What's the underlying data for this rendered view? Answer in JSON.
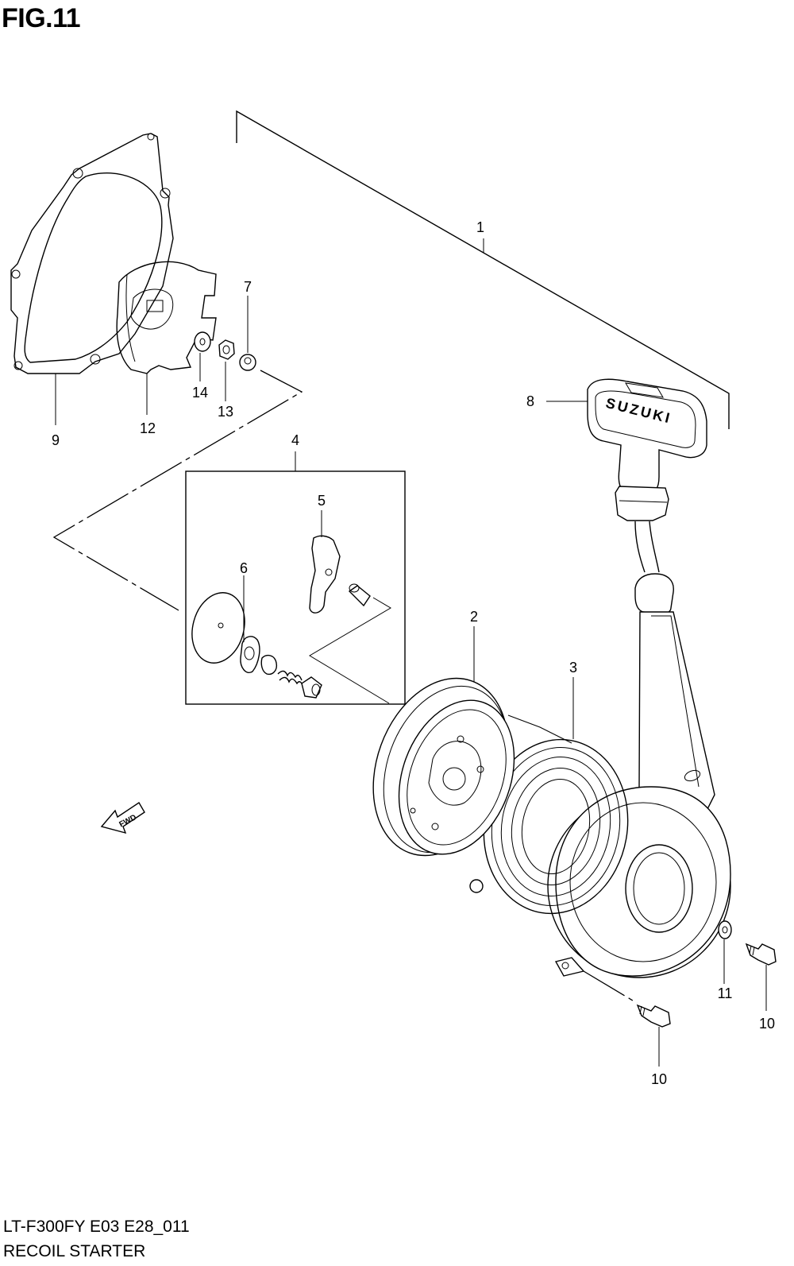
{
  "figure": {
    "title": "FIG.11",
    "model_code": "LT-F300FY E03 E28_011",
    "section_name": "RECOIL STARTER",
    "direction_marker": "FWD"
  },
  "callouts": [
    {
      "id": "c1",
      "label": "1"
    },
    {
      "id": "c2",
      "label": "2"
    },
    {
      "id": "c3",
      "label": "3"
    },
    {
      "id": "c4",
      "label": "4"
    },
    {
      "id": "c5",
      "label": "5"
    },
    {
      "id": "c6",
      "label": "6"
    },
    {
      "id": "c7",
      "label": "7"
    },
    {
      "id": "c8",
      "label": "8"
    },
    {
      "id": "c9",
      "label": "9"
    },
    {
      "id": "c10a",
      "label": "10"
    },
    {
      "id": "c10b",
      "label": "10"
    },
    {
      "id": "c11",
      "label": "11"
    },
    {
      "id": "c12",
      "label": "12"
    },
    {
      "id": "c13",
      "label": "13"
    },
    {
      "id": "c14",
      "label": "14"
    }
  ],
  "handle_logo": "SUZUKI"
}
